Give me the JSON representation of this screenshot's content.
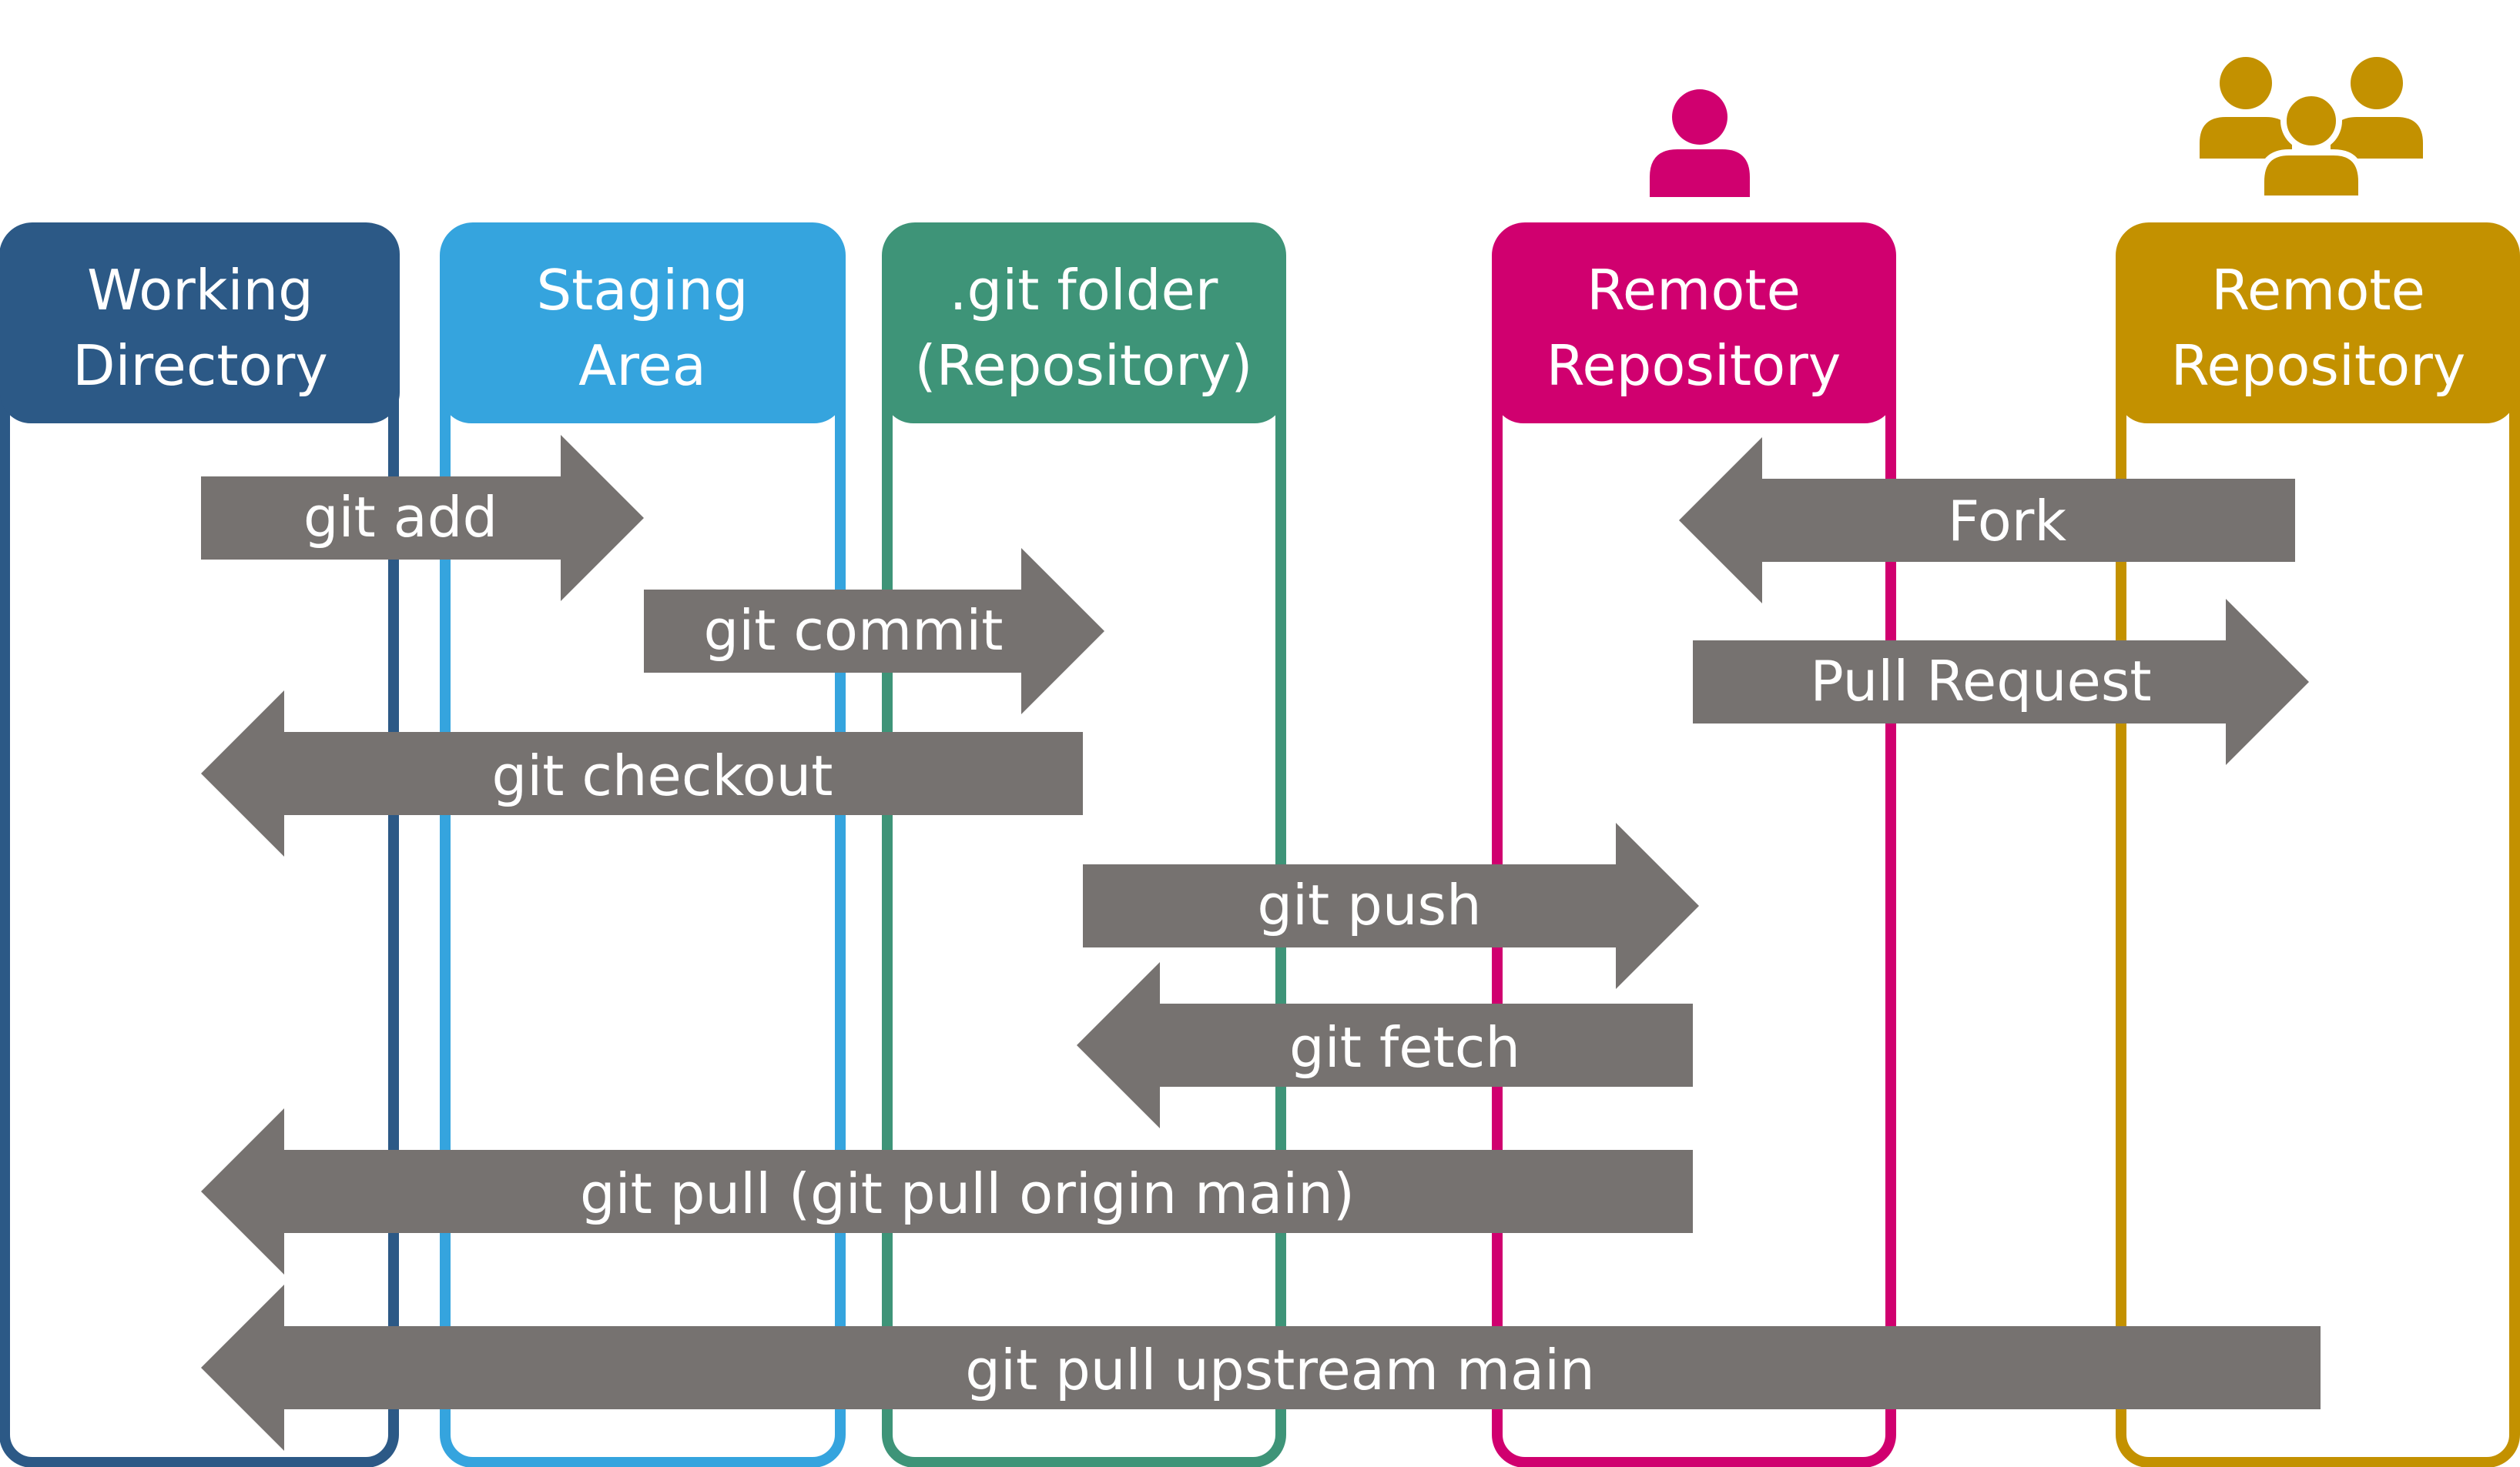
{
  "colors": {
    "arrow": "#767270",
    "text_on_color": "#ffffff",
    "background": "#ffffff"
  },
  "columns": [
    {
      "id": "working",
      "title_line1": "Working",
      "title_line2": "Directory",
      "color": "#2c5986"
    },
    {
      "id": "staging",
      "title_line1": "Staging",
      "title_line2": "Area",
      "color": "#35a4de"
    },
    {
      "id": "git",
      "title_line1": ".git folder",
      "title_line2": "(Repository)",
      "color": "#3e9478"
    },
    {
      "id": "remote",
      "title_line1": "Remote",
      "title_line2": "Repository",
      "color": "#d0006f"
    },
    {
      "id": "upstream",
      "title_line1": "Remote",
      "title_line2": "Repository",
      "color": "#c39100"
    }
  ],
  "icons": [
    {
      "name": "single-user-icon",
      "column": "remote"
    },
    {
      "name": "group-users-icon",
      "column": "upstream"
    }
  ],
  "arrows": [
    {
      "label": "git add",
      "direction": "right"
    },
    {
      "label": "git commit",
      "direction": "right"
    },
    {
      "label": "git checkout",
      "direction": "left"
    },
    {
      "label": "git push",
      "direction": "right"
    },
    {
      "label": "git fetch",
      "direction": "left"
    },
    {
      "label": "git pull (git pull origin main)",
      "direction": "left"
    },
    {
      "label": "git pull upstream main",
      "direction": "left"
    },
    {
      "label": "Fork",
      "direction": "left"
    },
    {
      "label": "Pull Request",
      "direction": "right"
    }
  ]
}
